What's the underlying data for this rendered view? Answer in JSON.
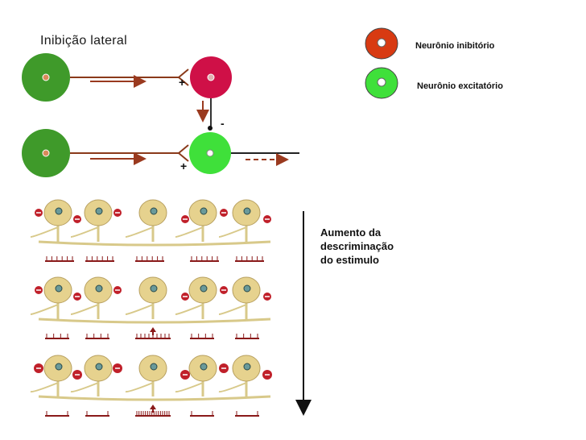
{
  "title": "Inibição lateral",
  "legend": {
    "inhibitory": {
      "label": "Neurônio inibitório",
      "color": "#d83a12"
    },
    "excitatory": {
      "label": "Neurônio excitatório",
      "color": "#3fe03a"
    }
  },
  "signs": {
    "plus": "+",
    "minus": "-"
  },
  "annotation": {
    "lines": [
      "Aumento da",
      "descriminação",
      "do estimulo"
    ]
  },
  "colors": {
    "green_dark": "#3f9a2a",
    "red_neuron": "#cf1047",
    "green_neuron": "#3fe03a",
    "axon": "#8a3a1a",
    "arrow": "#9a3a1f",
    "cell": "#e6d28e",
    "spike": "#8a1a1a"
  }
}
